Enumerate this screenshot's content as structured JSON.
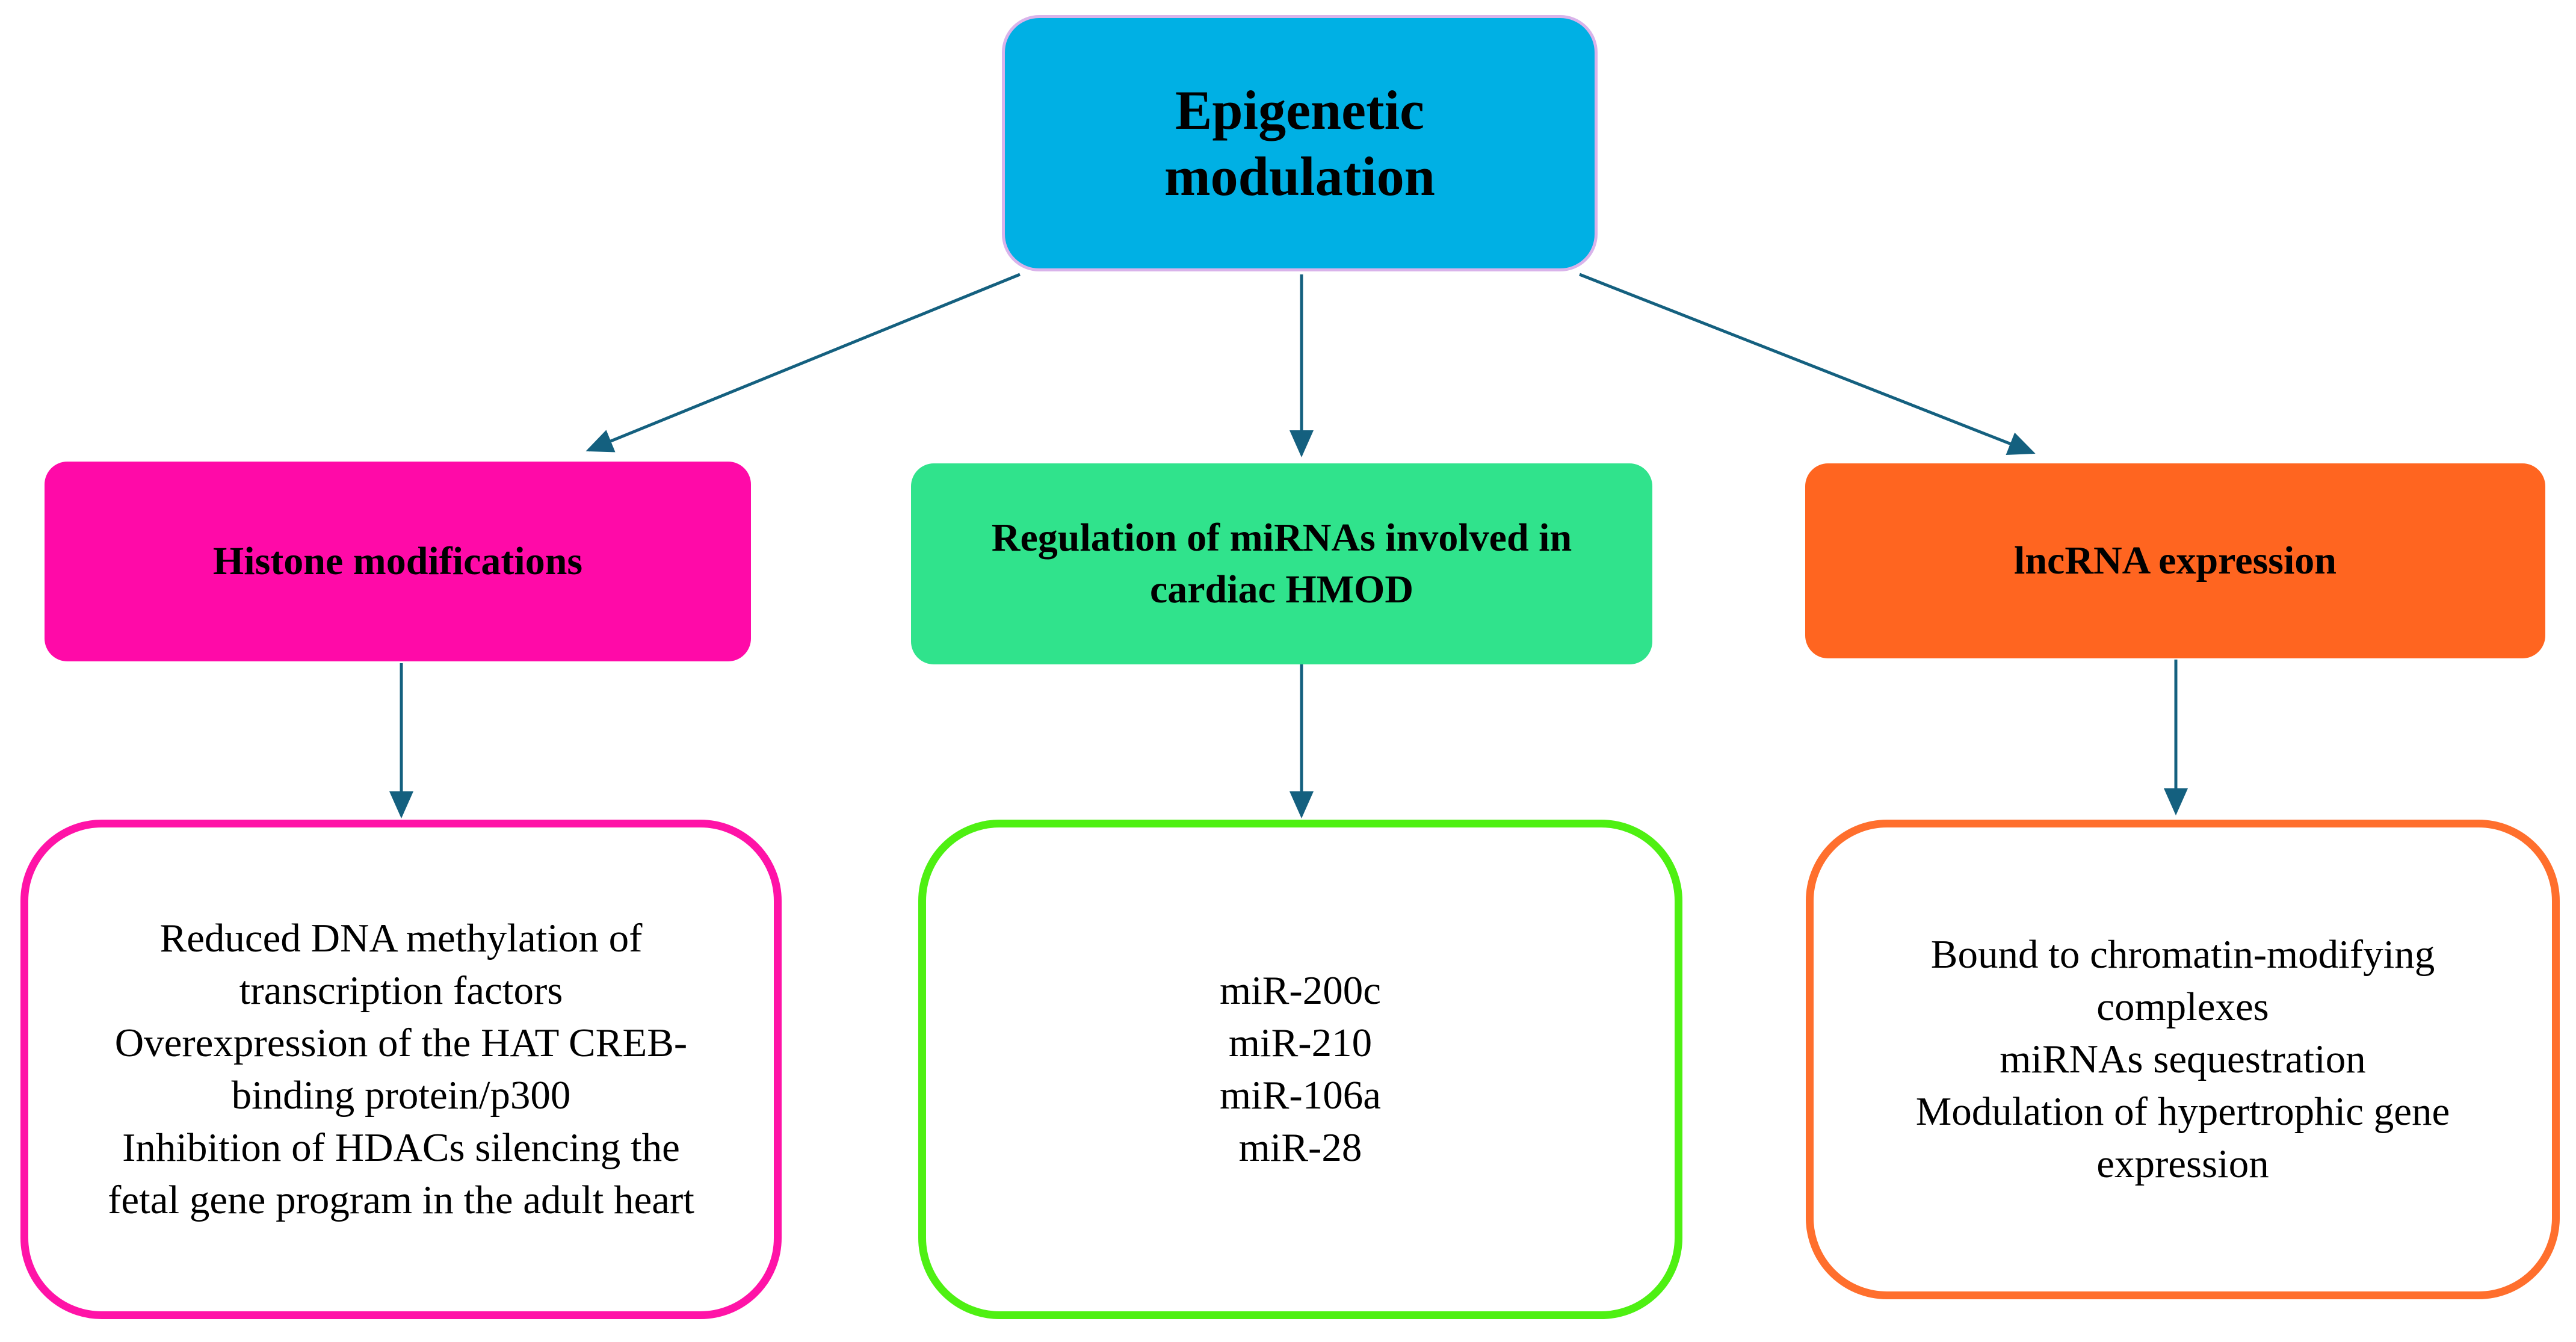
{
  "colors": {
    "root_fill": "#00b0e4",
    "histone_fill": "#ff0aa8",
    "mirna_fill": "#30e38c",
    "lncrna_fill": "#ff6520",
    "histone_border": "#ff13a7",
    "mirna_border": "#4ef012",
    "lncrna_border": "#ff6f2d",
    "arrow": "#14607f"
  },
  "root": {
    "label": "Epigenetic\nmodulation"
  },
  "branches": [
    {
      "title": "Histone modifications",
      "details": "Reduced DNA methylation of\ntranscription factors\nOverexpression of the HAT CREB-\nbinding protein/p300\nInhibition of HDACs silencing the\nfetal gene program in the adult heart"
    },
    {
      "title": "Regulation of miRNAs involved in\ncardiac HMOD",
      "details": "miR-200c\nmiR-210\nmiR-106a\nmiR-28"
    },
    {
      "title": "lncRNA expression",
      "details": "Bound to chromatin-modifying\ncomplexes\nmiRNAs sequestration\nModulation of hypertrophic gene\nexpression"
    }
  ]
}
